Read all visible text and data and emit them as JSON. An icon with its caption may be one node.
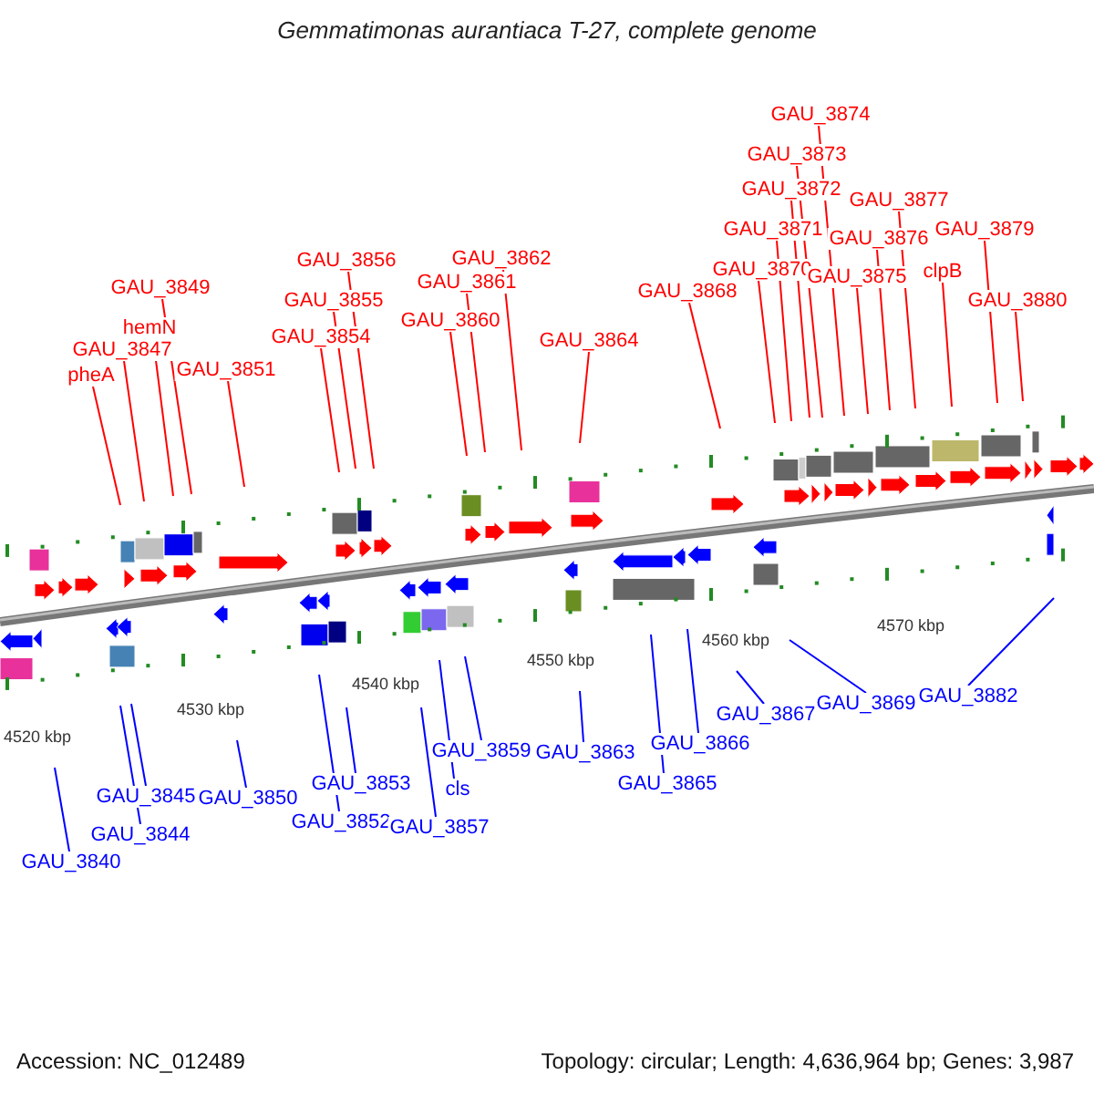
{
  "diagram": {
    "title": "Gemmatimonas aurantiaca T-27, complete genome",
    "nodes": [
      {
        "text": [
          "pheA"
        ]
      },
      {
        "text": [
          "GAU_3847"
        ]
      },
      {
        "text": [
          "hemN"
        ]
      },
      {
        "text": [
          "GAU_3849"
        ]
      },
      {
        "text": [
          "GAU_3851"
        ]
      },
      {
        "text": [
          "GAU_3854"
        ]
      },
      {
        "text": [
          "GAU_3855"
        ]
      },
      {
        "text": [
          "GAU_3856"
        ]
      },
      {
        "text": [
          "GAU_3860"
        ]
      },
      {
        "text": [
          "GAU_3861"
        ]
      },
      {
        "text": [
          "GAU_3862"
        ]
      },
      {
        "text": [
          "GAU_3864"
        ]
      },
      {
        "text": [
          "GAU_3868"
        ]
      },
      {
        "text": [
          "GAU_3870"
        ]
      },
      {
        "text": [
          "GAU_3871"
        ]
      },
      {
        "text": [
          "GAU_3872"
        ]
      },
      {
        "text": [
          "GAU_3873"
        ]
      },
      {
        "text": [
          "GAU_3874"
        ]
      },
      {
        "text": [
          "GAU_3875"
        ]
      },
      {
        "text": [
          "GAU_3876"
        ]
      },
      {
        "text": [
          "GAU_3877"
        ]
      },
      {
        "text": [
          "clpB"
        ]
      },
      {
        "text": [
          "GAU_3879"
        ]
      },
      {
        "text": [
          "GAU_3880"
        ]
      },
      {
        "text": [
          "GAU_3840"
        ]
      },
      {
        "text": [
          "GAU_3844"
        ]
      },
      {
        "text": [
          "GAU_3845"
        ]
      },
      {
        "text": [
          "GAU_3850"
        ]
      },
      {
        "text": [
          "GAU_3852"
        ]
      },
      {
        "text": [
          "GAU_3853"
        ]
      },
      {
        "text": [
          "GAU_3857"
        ]
      },
      {
        "text": [
          "cls"
        ]
      },
      {
        "text": [
          "GAU_3859"
        ]
      },
      {
        "text": [
          "GAU_3863"
        ]
      },
      {
        "text": [
          "GAU_3865"
        ]
      },
      {
        "text": [
          "GAU_3866"
        ]
      },
      {
        "text": [
          "GAU_3867"
        ]
      },
      {
        "text": [
          "GAU_3869"
        ]
      },
      {
        "text": [
          "GAU_3882"
        ]
      }
    ],
    "edges": [
      {
        "from": 0,
        "to": null,
        "arrow": "none"
      },
      {
        "from": 1,
        "to": null,
        "arrow": "none"
      },
      {
        "from": 2,
        "to": null,
        "arrow": "none"
      },
      {
        "from": 3,
        "to": null,
        "arrow": "none"
      },
      {
        "from": 4,
        "to": null,
        "arrow": "none"
      },
      {
        "from": 5,
        "to": null,
        "arrow": "none"
      },
      {
        "from": 6,
        "to": null,
        "arrow": "none"
      },
      {
        "from": 7,
        "to": null,
        "arrow": "none"
      },
      {
        "from": 8,
        "to": null,
        "arrow": "none"
      },
      {
        "from": 9,
        "to": null,
        "arrow": "none"
      },
      {
        "from": 10,
        "to": null,
        "arrow": "none"
      },
      {
        "from": 11,
        "to": null,
        "arrow": "none"
      },
      {
        "from": 12,
        "to": null,
        "arrow": "none"
      },
      {
        "from": 13,
        "to": null,
        "arrow": "none"
      },
      {
        "from": 14,
        "to": null,
        "arrow": "none"
      },
      {
        "from": 15,
        "to": null,
        "arrow": "none"
      },
      {
        "from": 16,
        "to": null,
        "arrow": "none"
      },
      {
        "from": 17,
        "to": null,
        "arrow": "none"
      },
      {
        "from": 18,
        "to": null,
        "arrow": "none"
      },
      {
        "from": 19,
        "to": null,
        "arrow": "none"
      },
      {
        "from": 20,
        "to": null,
        "arrow": "none"
      },
      {
        "from": 21,
        "to": null,
        "arrow": "none"
      },
      {
        "from": 22,
        "to": null,
        "arrow": "none"
      },
      {
        "from": 23,
        "to": null,
        "arrow": "none"
      },
      {
        "from": 24,
        "to": null,
        "arrow": "none",
        "color": "#0000ff"
      },
      {
        "from": 25,
        "to": null,
        "arrow": "none",
        "color": "#0000ff"
      },
      {
        "from": 26,
        "to": null,
        "arrow": "none",
        "color": "#0000ff"
      },
      {
        "from": 27,
        "to": null,
        "arrow": "none",
        "color": "#0000ff"
      },
      {
        "from": 28,
        "to": null,
        "arrow": "none",
        "color": "#0000ff"
      },
      {
        "from": 29,
        "to": null,
        "arrow": "none",
        "color": "#0000ff"
      },
      {
        "from": 30,
        "to": null,
        "arrow": "none",
        "color": "#0000ff"
      },
      {
        "from": 31,
        "to": null,
        "arrow": "none",
        "color": "#0000ff"
      },
      {
        "from": 32,
        "to": null,
        "arrow": "none",
        "color": "#0000ff"
      },
      {
        "from": 33,
        "to": null,
        "arrow": "none",
        "color": "#0000ff"
      },
      {
        "from": 34,
        "to": null,
        "arrow": "none",
        "color": "#0000ff"
      },
      {
        "from": 35,
        "to": null,
        "arrow": "none",
        "color": "#0000ff"
      },
      {
        "from": 36,
        "to": null,
        "arrow": "none",
        "color": "#0000ff"
      },
      {
        "from": 37,
        "to": null,
        "arrow": "none",
        "color": "#0000ff"
      },
      {
        "from": 38,
        "to": null,
        "arrow": "none",
        "color": "#0000ff"
      }
    ],
    "labels": [
      "4520 kbp",
      "4530 kbp",
      "4540 kbp",
      "4550 kbp",
      "4560 kbp",
      "4570 kbp",
      "Accession: NC_012489",
      "Topology: circular; Length: 4,636,964 bp; Genes: 3,987"
    ]
  }
}
